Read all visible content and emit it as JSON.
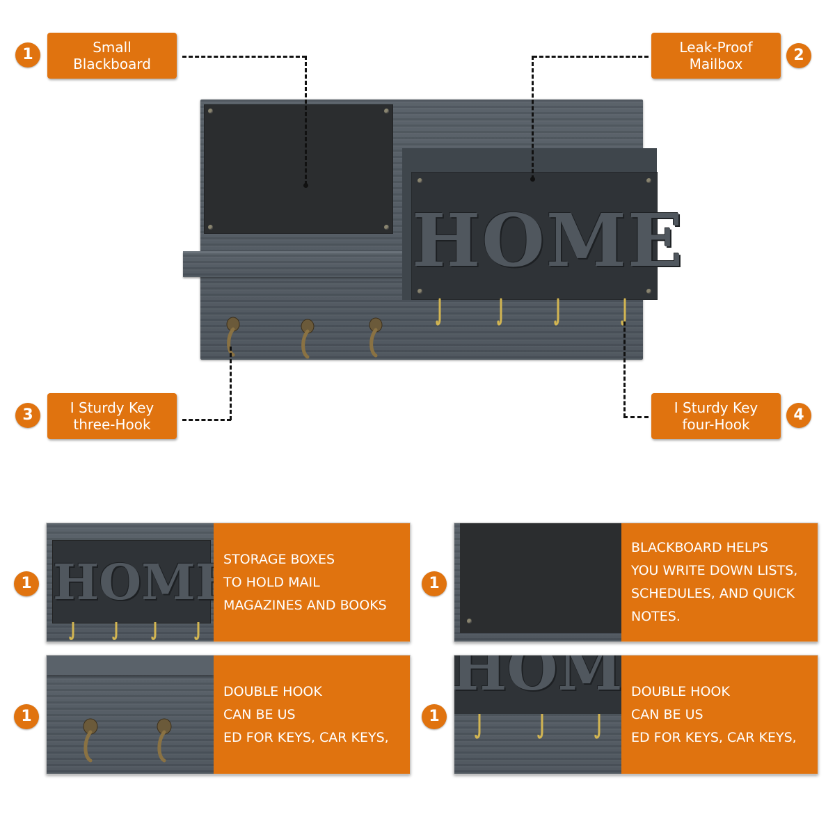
{
  "colors": {
    "accent": "#e0730f",
    "dash": "#111111",
    "wood": "#4f575f"
  },
  "callouts": [
    {
      "num": "1",
      "lines": [
        "Small",
        "Blackboard"
      ]
    },
    {
      "num": "2",
      "lines": [
        "Leak-Proof",
        "Mailbox"
      ]
    },
    {
      "num": "3",
      "lines": [
        "I Sturdy Key",
        "three-Hook"
      ]
    },
    {
      "num": "4",
      "lines": [
        "I Sturdy Key",
        "four-Hook"
      ]
    }
  ],
  "product": {
    "mailbox_word": "HOME",
    "hooks_bronze": 3,
    "hooks_gold": 4
  },
  "features": [
    {
      "num": "1",
      "image": "mailbox-closeup",
      "lines": [
        "STORAGE BOXES",
        "TO HOLD MAIL",
        "MAGAZINES AND BOOKS"
      ],
      "word": "HOME"
    },
    {
      "num": "1",
      "image": "blackboard-closeup",
      "lines": [
        "BLACKBOARD HELPS",
        "YOU WRITE DOWN LISTS,",
        "SCHEDULES, AND QUICK",
        "NOTES."
      ]
    },
    {
      "num": "1",
      "image": "bronze-hooks-closeup",
      "lines": [
        "DOUBLE HOOK",
        "CAN BE US",
        "ED FOR KEYS, CAR KEYS,"
      ]
    },
    {
      "num": "1",
      "image": "gold-hooks-closeup",
      "lines": [
        "DOUBLE HOOK",
        "CAN BE US",
        "ED FOR KEYS, CAR KEYS,"
      ],
      "word": "HOME"
    }
  ]
}
